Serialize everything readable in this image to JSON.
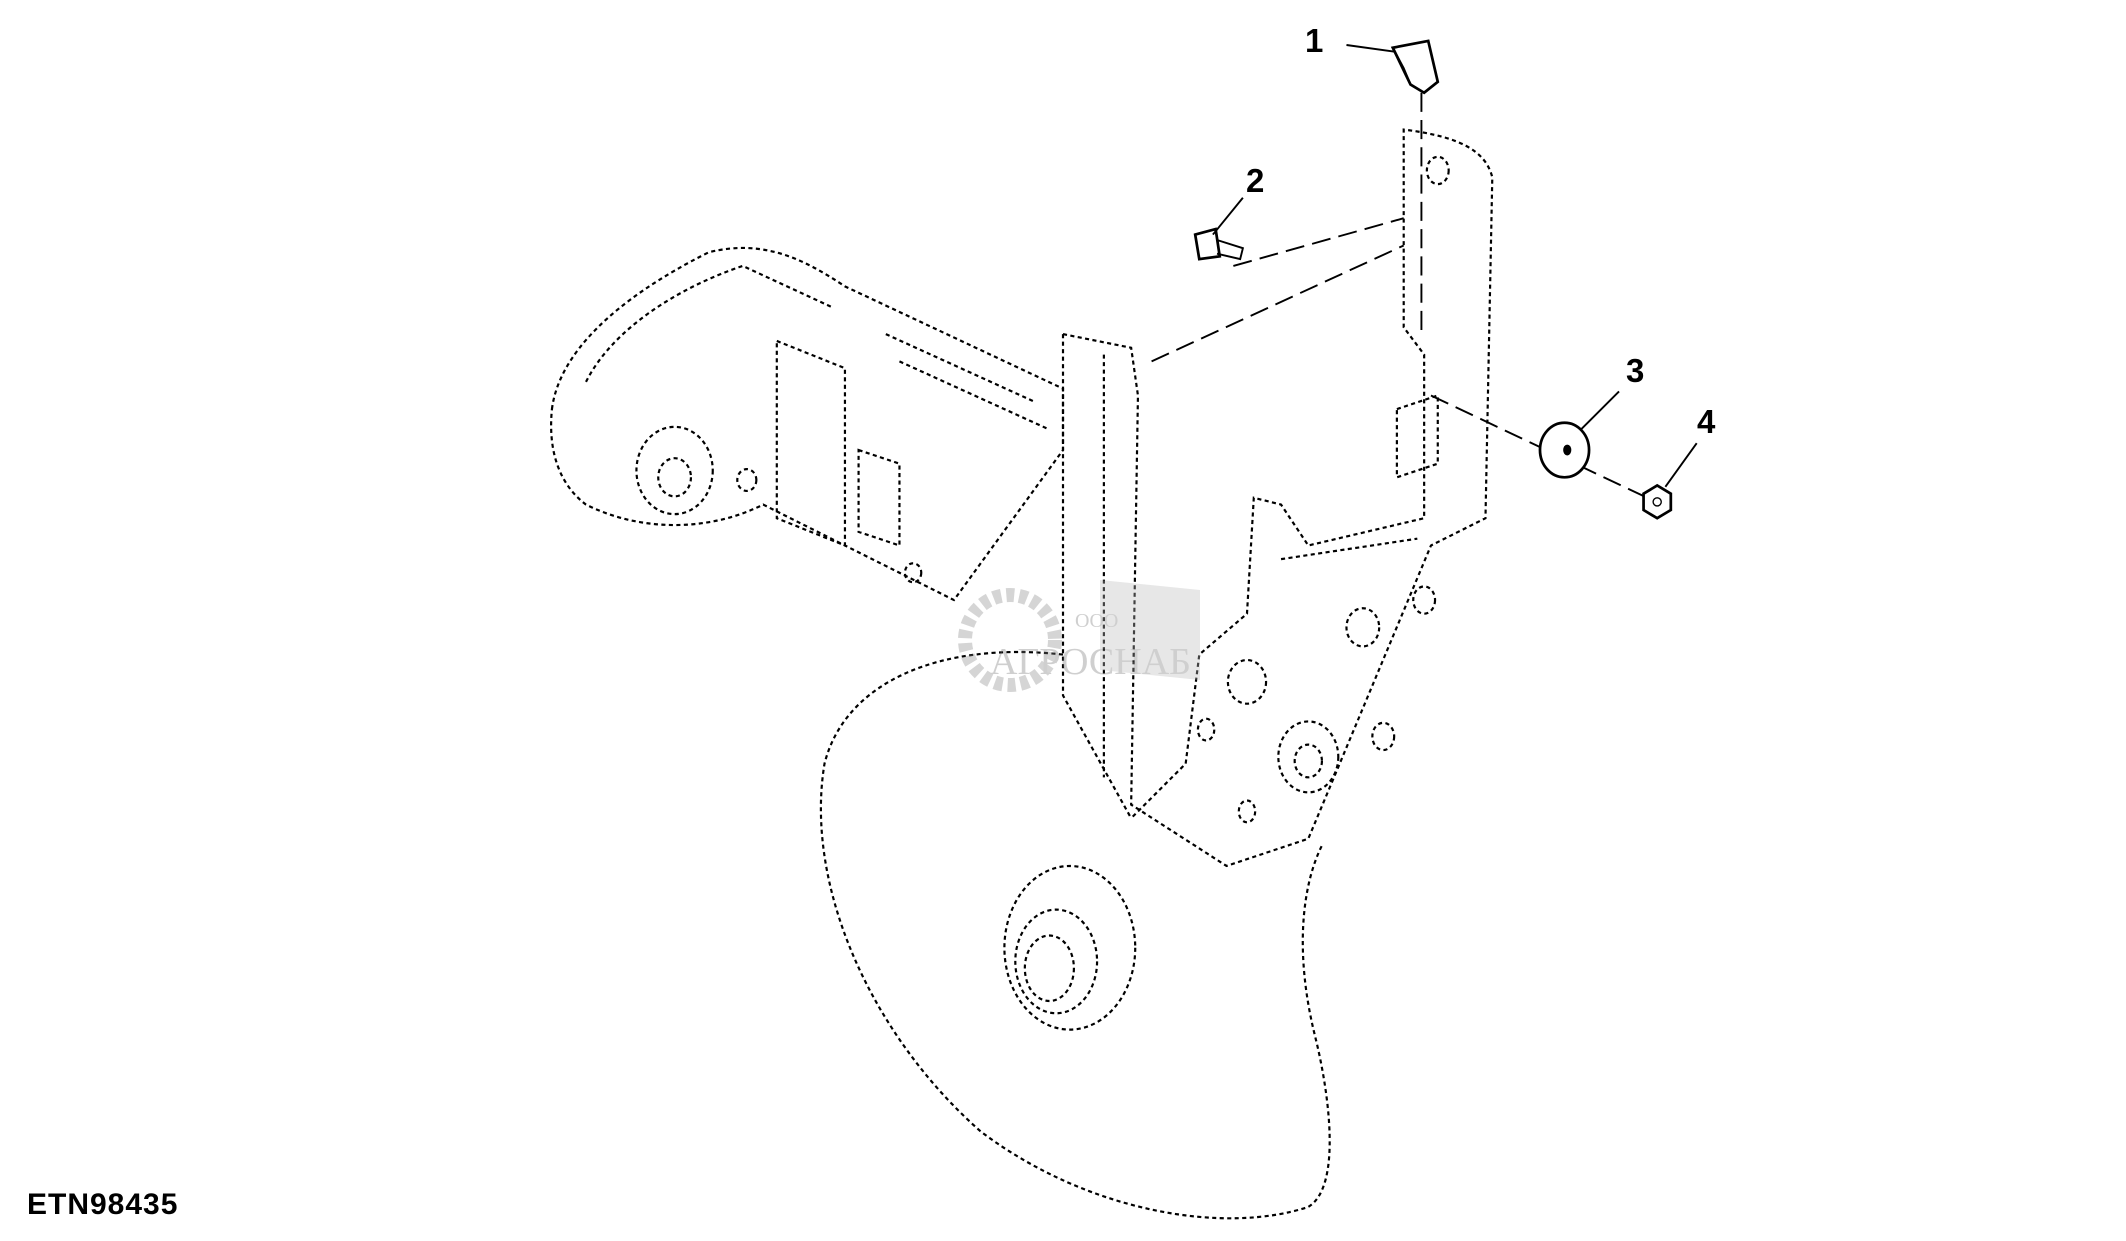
{
  "figure_id": "ETN98435",
  "callouts": [
    "1",
    "2",
    "3",
    "4"
  ],
  "watermark": {
    "prefix": "ООО",
    "name": "АГРОСНАБ"
  }
}
